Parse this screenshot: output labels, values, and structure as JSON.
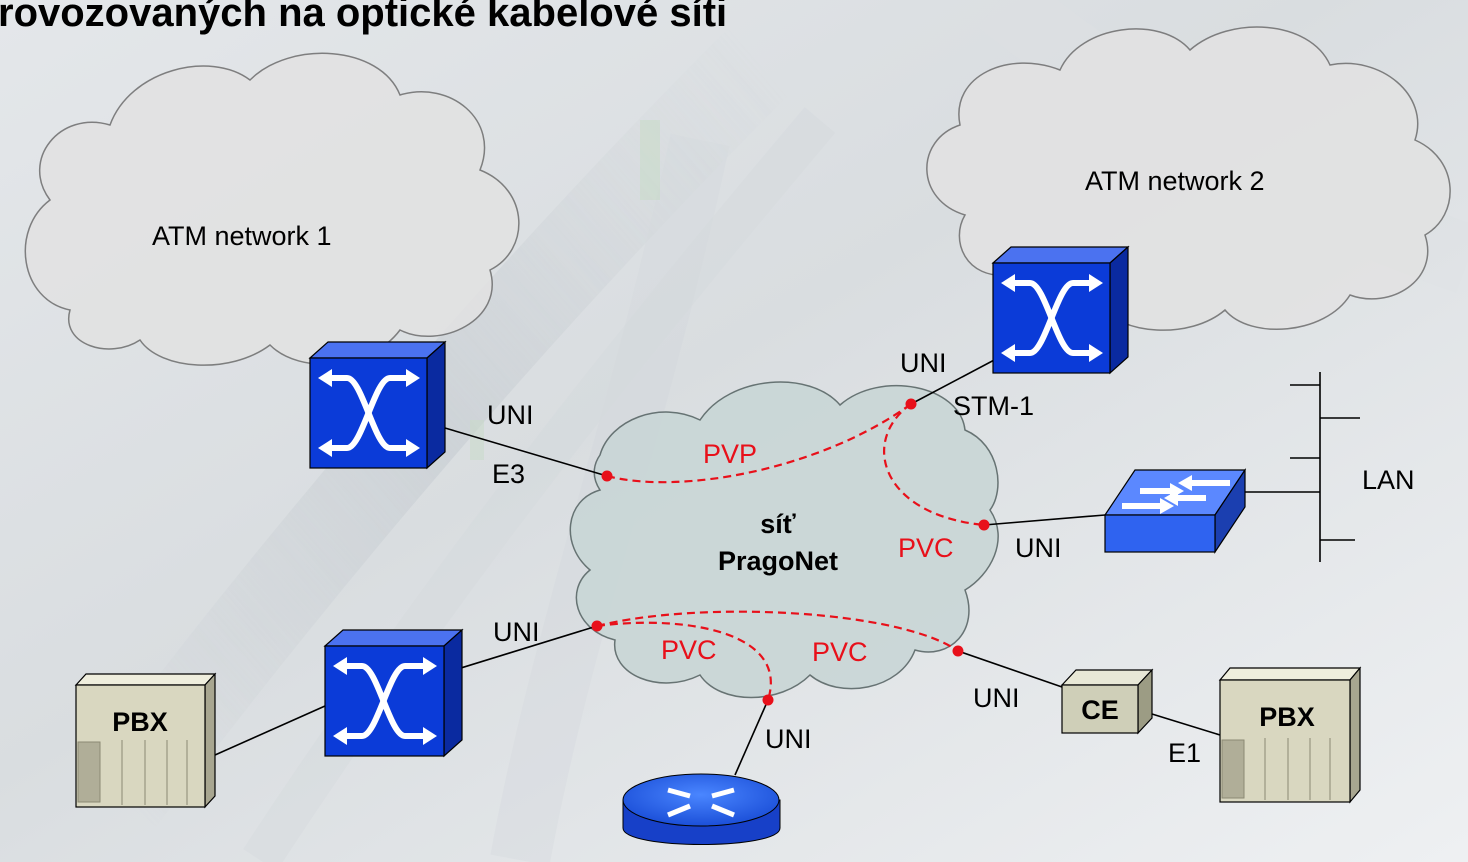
{
  "title": "rovozovaných na optické kabelové síti",
  "clouds": {
    "atm1": "ATM network 1",
    "atm2": "ATM network 2",
    "core_line1": "síť",
    "core_line2": "PragoNet"
  },
  "devices": {
    "pbx_left": "PBX",
    "pbx_right": "PBX",
    "ce": "CE",
    "lan": "LAN"
  },
  "links": {
    "uni_atm1": "UNI",
    "e3": "E3",
    "uni_atm2": "UNI",
    "stm1": "STM-1",
    "uni_lan": "UNI",
    "uni_left_switch": "UNI",
    "uni_router": "UNI",
    "uni_ce": "UNI",
    "e1": "E1"
  },
  "circuits": {
    "pvp": "PVP",
    "pvc_lan": "PVC",
    "pvc_router": "PVC",
    "pvc_ce": "PVC"
  },
  "colors": {
    "circuit": "#e8101a",
    "switch_blue": "#0b3bd8",
    "cloud_core": "#c9d6d6",
    "cloud_atm": "#e2e2e2",
    "pbx": "#d9d7c0"
  }
}
